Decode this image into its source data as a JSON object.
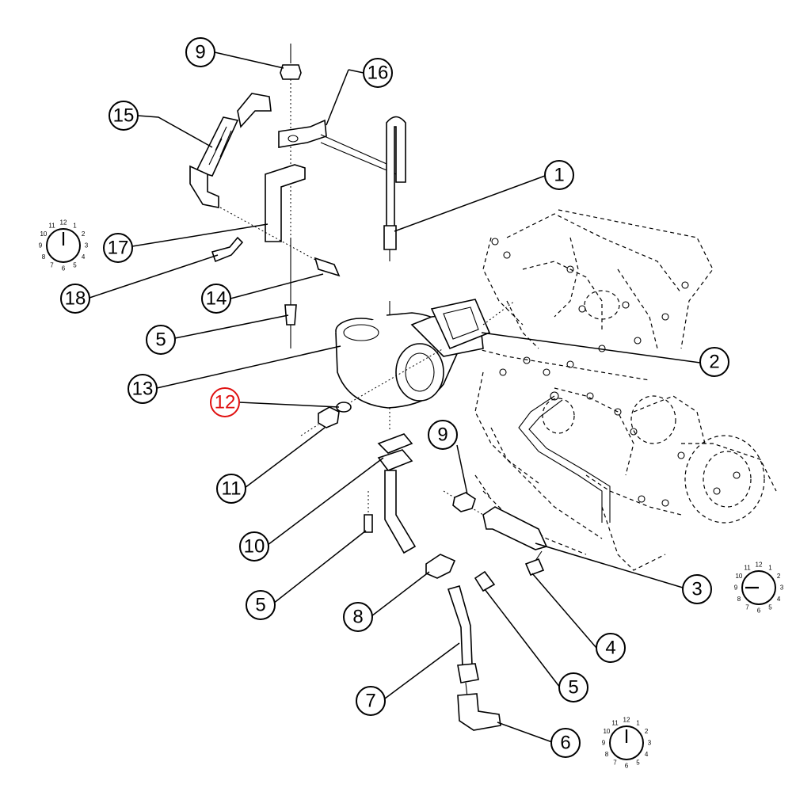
{
  "diagram": {
    "highlight_color": "#e01010",
    "callouts": [
      {
        "id": "c-9-top",
        "label": "9",
        "highlighted": false
      },
      {
        "id": "c-16",
        "label": "16",
        "highlighted": false
      },
      {
        "id": "c-15",
        "label": "15",
        "highlighted": false
      },
      {
        "id": "c-1",
        "label": "1",
        "highlighted": false
      },
      {
        "id": "c-17",
        "label": "17",
        "highlighted": false
      },
      {
        "id": "c-18",
        "label": "18",
        "highlighted": false
      },
      {
        "id": "c-14",
        "label": "14",
        "highlighted": false
      },
      {
        "id": "c-5-a",
        "label": "5",
        "highlighted": false
      },
      {
        "id": "c-2",
        "label": "2",
        "highlighted": false
      },
      {
        "id": "c-13",
        "label": "13",
        "highlighted": false
      },
      {
        "id": "c-12",
        "label": "12",
        "highlighted": true
      },
      {
        "id": "c-9-mid",
        "label": "9",
        "highlighted": false
      },
      {
        "id": "c-11",
        "label": "11",
        "highlighted": false
      },
      {
        "id": "c-10",
        "label": "10",
        "highlighted": false
      },
      {
        "id": "c-3",
        "label": "3",
        "highlighted": false
      },
      {
        "id": "c-5-b",
        "label": "5",
        "highlighted": false
      },
      {
        "id": "c-8",
        "label": "8",
        "highlighted": false
      },
      {
        "id": "c-4",
        "label": "4",
        "highlighted": false
      },
      {
        "id": "c-5-c",
        "label": "5",
        "highlighted": false
      },
      {
        "id": "c-7",
        "label": "7",
        "highlighted": false
      },
      {
        "id": "c-6",
        "label": "6",
        "highlighted": false
      }
    ],
    "clocks": [
      {
        "id": "clock-12",
        "hand_points_to": 12
      },
      {
        "id": "clock-9",
        "hand_points_to": 9
      },
      {
        "id": "clock-12-b",
        "hand_points_to": 12
      }
    ],
    "clock_numbers": [
      "12",
      "1",
      "2",
      "3",
      "4",
      "5",
      "6",
      "7",
      "8",
      "9",
      "10",
      "11"
    ]
  }
}
